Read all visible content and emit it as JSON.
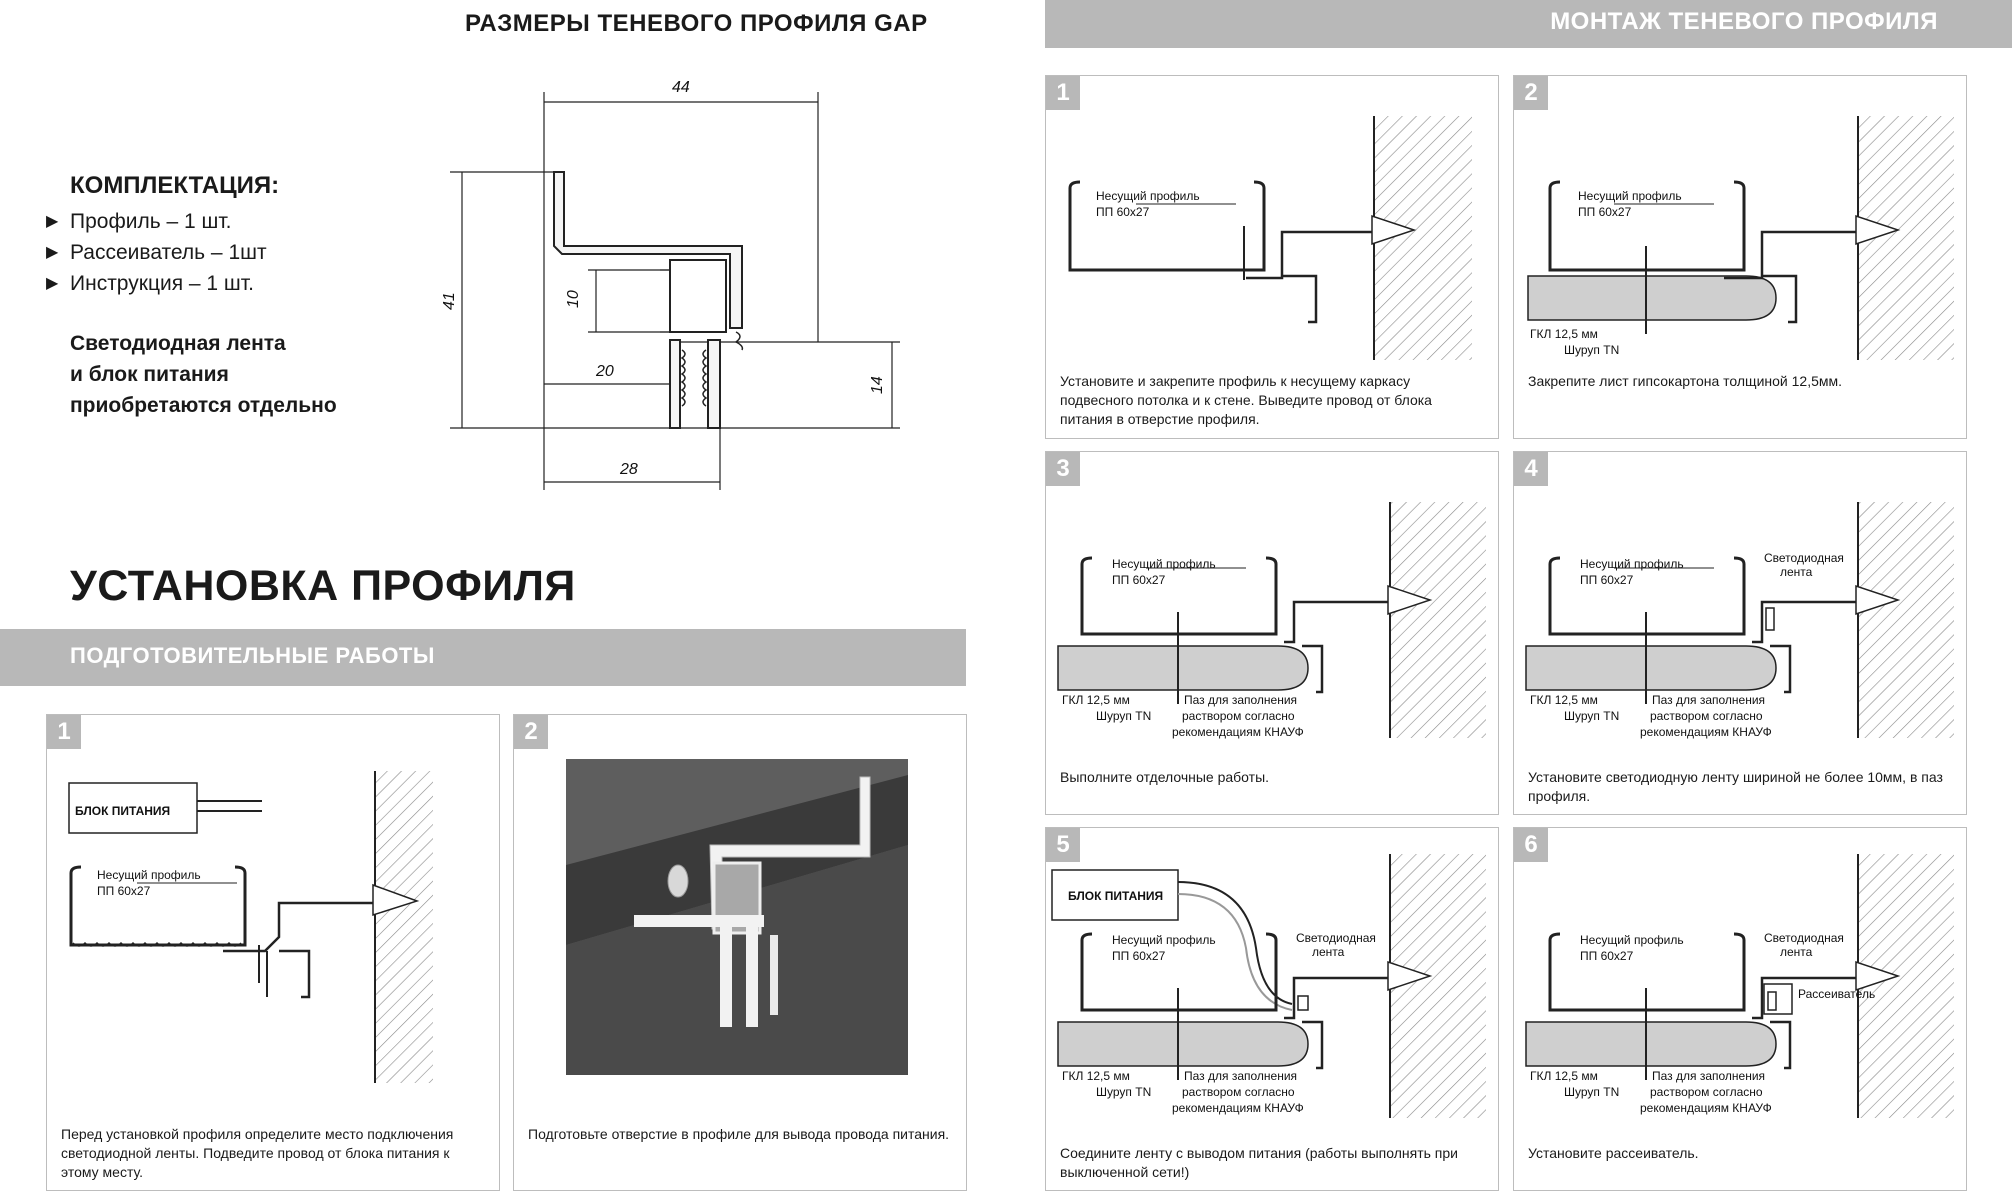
{
  "header": {
    "left_title": "РАЗМЕРЫ ТЕНЕВОГО ПРОФИЛЯ GAP",
    "right_banner": "МОНТАЖ ТЕНЕВОГО ПРОФИЛЯ"
  },
  "kit": {
    "title": "КОМПЛЕКТАЦИЯ:",
    "items": [
      "Профиль – 1 шт.",
      "Рассеиватель – 1шт",
      "Инструкция – 1 шт."
    ],
    "note": [
      "Светодиодная лента",
      "и блок питания",
      "приобретаются отдельно"
    ]
  },
  "dimensions": {
    "d44": "44",
    "d41": "41",
    "d10": "10",
    "d20": "20",
    "d14": "14",
    "d28": "28"
  },
  "install": {
    "title": "УСТАНОВКА ПРОФИЛЯ",
    "prep_banner": "ПОДГОТОВИТЕЛЬНЫЕ РАБОТЫ"
  },
  "labels": {
    "psu": "БЛОК ПИТАНИЯ",
    "carrier_1": "Несущий профиль",
    "carrier_2": "ПП 60х27",
    "gkl": "ГКЛ 12,5 мм",
    "screw": "Шуруп TN",
    "groove_1": "Паз для заполнения",
    "groove_2": "раствором согласно",
    "groove_3": "рекомендациям КНАУФ",
    "led_1": "Светодиодная",
    "led_2": "лента",
    "diffuser": "Рассеиватель"
  },
  "prep_steps": [
    {
      "num": "1",
      "caption": "Перед установкой профиля определите место подключения светодиодной ленты. Подведите провод от блока питания к этому месту."
    },
    {
      "num": "2",
      "caption": "Подготовьте отверстие в профиле для вывода провода питания."
    }
  ],
  "mount_steps": [
    {
      "num": "1",
      "caption": "Установите и закрепите профиль к несущему каркасу подвесного потолка и к стене. Выведите провод от блока питания в отверстие профиля."
    },
    {
      "num": "2",
      "caption": "Закрепите лист гипсокартона толщиной 12,5мм."
    },
    {
      "num": "3",
      "caption": "Выполните отделочные работы."
    },
    {
      "num": "4",
      "caption": "Установите светодиодную ленту шириной не более 10мм, в паз профиля."
    },
    {
      "num": "5",
      "caption": "Соедините ленту с выводом питания (работы выполнять при выключенной сети!)"
    },
    {
      "num": "6",
      "caption": "Установите рассеиватель."
    }
  ]
}
